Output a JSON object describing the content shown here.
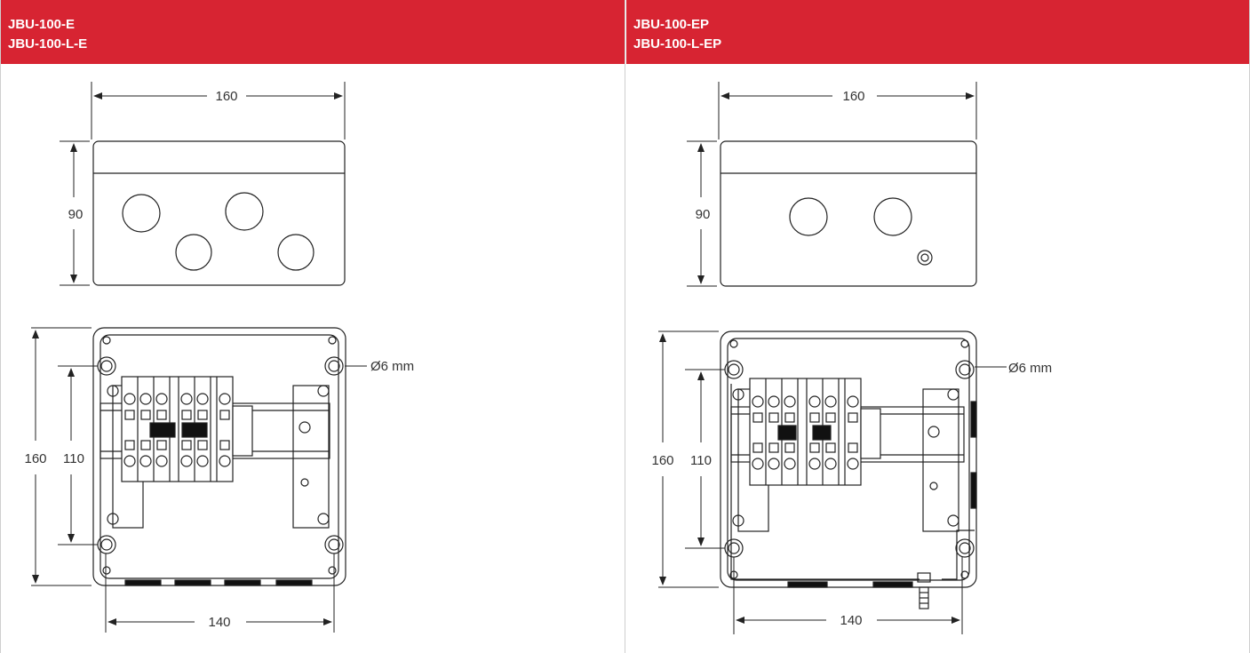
{
  "left": {
    "title_line1": "JBU-100-E",
    "title_line2": "JBU-100-L-E",
    "dim_width_top": "160",
    "dim_height_side": "90",
    "dim_height_front": "160",
    "dim_hole_spacing_vertical": "110",
    "dim_hole_spacing_horizontal": "140",
    "hole_diameter_label": "Ø6 mm"
  },
  "right": {
    "title_line1": "JBU-100-EP",
    "title_line2": "JBU-100-L-EP",
    "dim_width_top": "160",
    "dim_height_side": "90",
    "dim_height_front": "160",
    "dim_hole_spacing_vertical": "110",
    "dim_hole_spacing_horizontal": "140",
    "hole_diameter_label": "Ø6 mm"
  },
  "colors": {
    "header": "#d72432",
    "line": "#222222",
    "dimension": "#333333"
  }
}
